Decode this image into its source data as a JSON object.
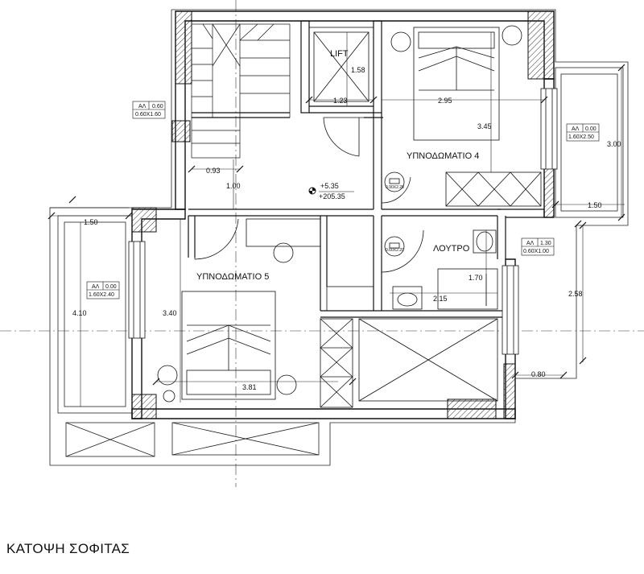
{
  "caption": "ΚΑΤΟΨΗ ΣΟΦΙΤΑΣ",
  "rooms": {
    "lift": "LIFT",
    "bedroom4": "ΥΠΝΟΔΩΜΑΤΙΟ 4",
    "bedroom5": "ΥΠΝΟΔΩΜΑΤΙΟ 5",
    "bathroom": "ΛΟΥΤΡΟ"
  },
  "dimensions": {
    "lift_h": "1.58",
    "lift_w": "1.23",
    "bed4_w": "2.95",
    "bed4_h": "3.45",
    "hall_w": "0.93",
    "hall_h": "1.00",
    "balc_e_h": "3.00",
    "balc_e_w": "1.50",
    "balc_w_w": "1.50",
    "balc_w_h": "4.10",
    "bed5_h": "3.40",
    "bed5_w": "3.81",
    "bath_h": "1.70",
    "bath_w": "2.15",
    "east_h": "2.58",
    "east_w": "0.80"
  },
  "level": {
    "relative": "+5.35",
    "absolute": "+205.35"
  },
  "window_tags": [
    {
      "code": "ΑΛ",
      "value": "0.60",
      "size": "0.60X1.60"
    },
    {
      "code": "ΑΛ",
      "value": "0.00",
      "size": "1.60X2.50"
    },
    {
      "code": "ΑΛ",
      "value": "1.30",
      "size": "0.60X1.00"
    },
    {
      "code": "ΑΛ",
      "value": "0.00",
      "size": "1.60X2.40"
    }
  ],
  "door_tags": [
    "0.90X2.20",
    "0.60X2.20"
  ]
}
